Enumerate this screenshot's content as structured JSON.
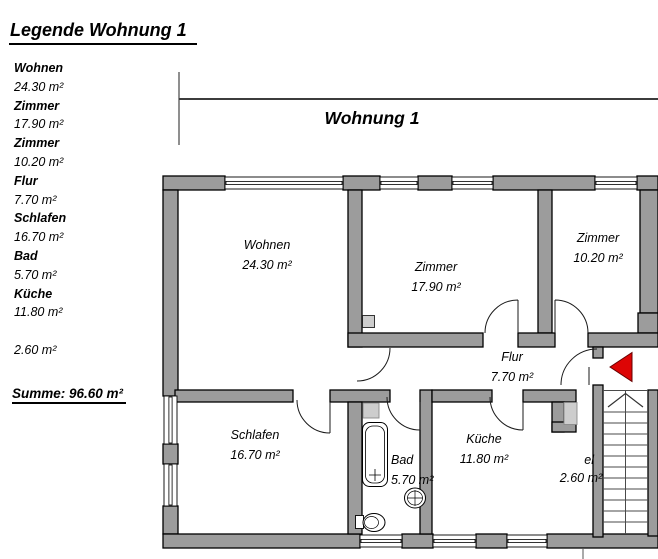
{
  "legend": {
    "title": "Legende Wohnung 1",
    "items": [
      {
        "name": "Wohnen",
        "area": "24.30 m²"
      },
      {
        "name": "Zimmer",
        "area": "17.90 m²"
      },
      {
        "name": "Zimmer",
        "area": "10.20 m²"
      },
      {
        "name": "Flur",
        "area": "7.70 m²"
      },
      {
        "name": "Schlafen",
        "area": "16.70 m²"
      },
      {
        "name": "Bad",
        "area": "5.70 m²"
      },
      {
        "name": "Küche",
        "area": "11.80 m²"
      },
      {
        "name": "",
        "area": "2.60 m²"
      }
    ],
    "sum_label": "Summe: 96.60 m²"
  },
  "plan": {
    "title": "Wohnung 1",
    "rooms": [
      {
        "name": "Wohnen",
        "area": "24.30 m²"
      },
      {
        "name": "Zimmer",
        "area": "17.90 m²"
      },
      {
        "name": "Zimmer",
        "area": "10.20 m²"
      },
      {
        "name": "Flur",
        "area": "7.70 m²"
      },
      {
        "name": "Schlafen",
        "area": "16.70 m²"
      },
      {
        "name": "Bad",
        "area": "5.70 m²"
      },
      {
        "name": "Küche",
        "area": "11.80 m²"
      },
      {
        "name": "el",
        "area": "2.60 m²"
      }
    ],
    "colors": {
      "wall": "#9c9c9c",
      "light_fixture": "#cdcdcd",
      "entrance_arrow": "#dd0505"
    },
    "icons": {
      "entrance_marker": "red-arrow-left",
      "stairs_arrow": "stairs-up-arrow"
    }
  }
}
